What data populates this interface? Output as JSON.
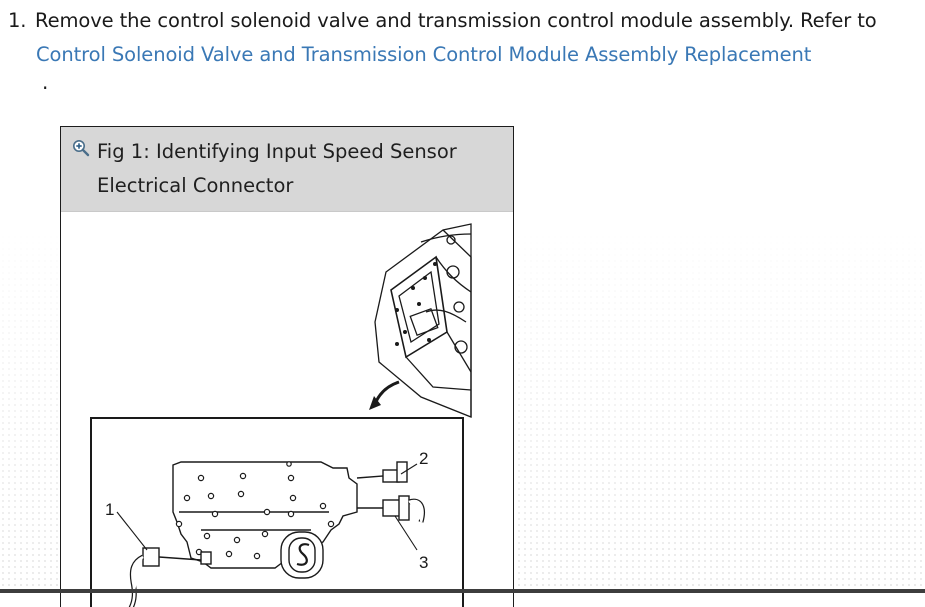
{
  "step": {
    "number": "1.",
    "text": "Remove the control solenoid valve and transmission control module assembly. Refer to",
    "link": "Control Solenoid Valve and Transmission Control Module Assembly Replacement",
    "trailing": "."
  },
  "figure": {
    "caption": "Fig 1: Identifying Input Speed Sensor Electrical Connector",
    "icons": {
      "zoom": "zoom-in-icon"
    },
    "callouts": [
      "1",
      "2",
      "3"
    ]
  }
}
